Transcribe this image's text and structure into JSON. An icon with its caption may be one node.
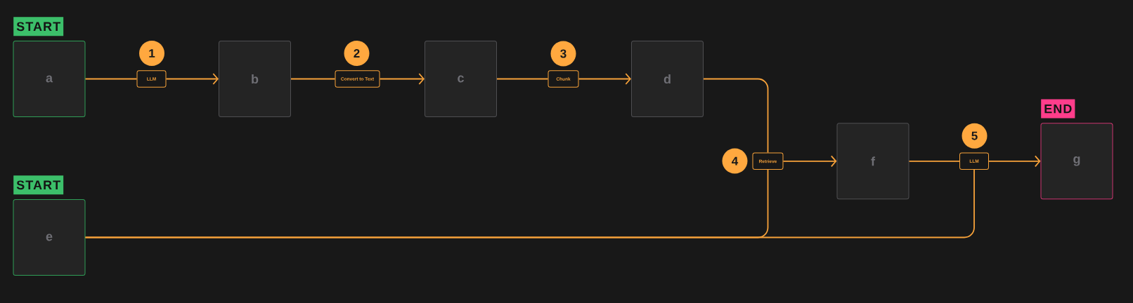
{
  "diagram": {
    "nodes": [
      {
        "text": [
          "START",
          "a"
        ]
      },
      {
        "text": [
          "LLM"
        ],
        "beside": [
          "1"
        ]
      },
      {
        "text": [
          "b"
        ]
      },
      {
        "text": [
          "Convert to Text"
        ],
        "beside": [
          "2"
        ]
      },
      {
        "text": [
          "c"
        ]
      },
      {
        "text": [
          "Chunk"
        ],
        "beside": [
          "3"
        ]
      },
      {
        "text": [
          "d"
        ]
      },
      {
        "text": [
          "Retrieve"
        ],
        "beside": [
          "4"
        ]
      },
      {
        "text": [
          "f"
        ]
      },
      {
        "text": [
          "LLM"
        ],
        "beside": [
          "5"
        ]
      },
      {
        "text": [
          "END",
          "g"
        ]
      },
      {
        "text": [
          "START",
          "e"
        ]
      }
    ],
    "edges": [
      {
        "from": 0,
        "to": 1,
        "arrow": "none"
      },
      {
        "from": 1,
        "to": 2,
        "arrow": "to"
      },
      {
        "from": 2,
        "to": 3,
        "arrow": "none"
      },
      {
        "from": 3,
        "to": 4,
        "arrow": "to"
      },
      {
        "from": 4,
        "to": 5,
        "arrow": "none"
      },
      {
        "from": 5,
        "to": 6,
        "arrow": "to"
      },
      {
        "from": 6,
        "to": 7,
        "arrow": "none"
      },
      {
        "from": 11,
        "to": 7,
        "arrow": "none"
      },
      {
        "from": 7,
        "to": 8,
        "arrow": "to"
      },
      {
        "from": 8,
        "to": 9,
        "arrow": "none"
      },
      {
        "from": 11,
        "to": 9,
        "arrow": "none"
      },
      {
        "from": 9,
        "to": 10,
        "arrow": "to"
      }
    ]
  }
}
